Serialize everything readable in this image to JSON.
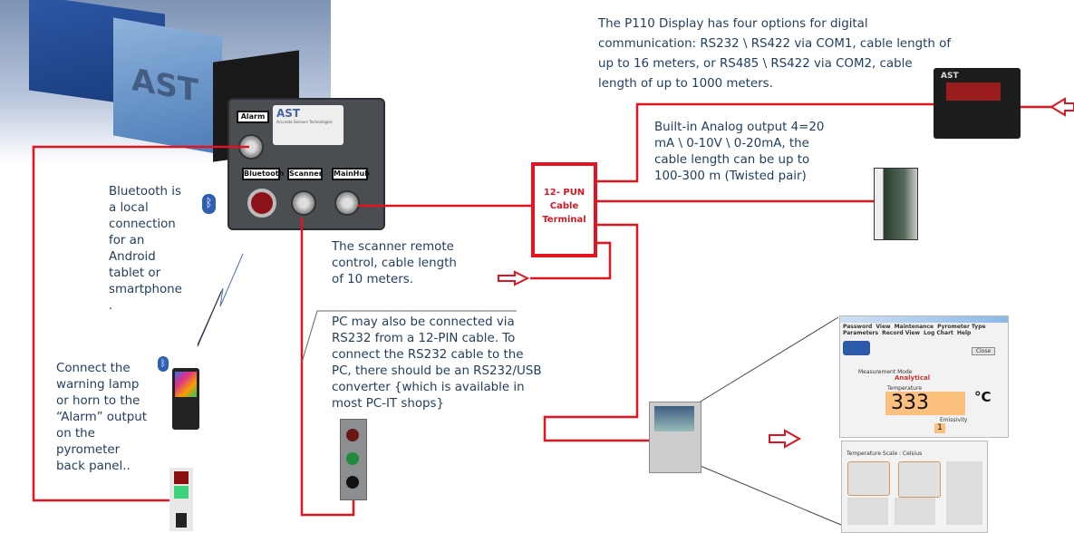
{
  "texts": {
    "p110": "The P110 Display has four options for digital\ncommunication: RS232 \\ RS422 via COM1, cable length of\nup to 16 meters, or RS485 \\ RS422 via COM2,  cable\nlength of up to 1000 meters.",
    "analog": "Built-in Analog output 4=20\nmA \\ 0-10V \\ 0-20mA, the\ncable length can be up to\n100-300 m (Twisted pair)",
    "bluetooth": "Bluetooth is\na local\nconnection\nfor an\nAndroid\ntablet or\nsmartphone\n.",
    "scanner": "The scanner remote\ncontrol, cable length\nof 10 meters.",
    "pc": "PC may also be connected via\nRS232 from a 12-PIN cable. To\nconnect the RS232 cable to the\nPC, there should be an RS232/USB\nconverter {which is available in\nmost PC-IT shops}",
    "alarm": "Connect the\nwarning lamp\nor horn to the\n“Alarm” output\non the\npyrometer\nback panel.."
  },
  "terminal": {
    "line1": "12- PUN",
    "line2": "Cable",
    "line3": "Terminal"
  },
  "pyrometer": {
    "brand": "AST",
    "brand_sub": "Accurate Sensors Technologies",
    "labels": {
      "alarm": "Alarm",
      "bluetooth": "Bluetooth",
      "scanner": "Scanner",
      "mainhub": "MainHub"
    }
  },
  "software": {
    "menu": [
      "Password",
      "View",
      "Maintenance",
      "Pyrometer Type",
      "Parameters",
      "Record View",
      "Log Chart",
      "Help"
    ],
    "mode_label": "Measurement Mode",
    "mode_value": "Analytical",
    "temp_label": "Temperature",
    "temperature": "333",
    "unit": "°C",
    "emissivity_label": "Emissivity",
    "emissivity": "1",
    "close": "Close",
    "scale_label": "Temperature Scale :",
    "scale_value": "Celsius"
  },
  "colors": {
    "wire": "#e3141f",
    "text": "#1f3d5e",
    "bluetooth": "#2f5fb3",
    "temp_bg": "#fbbf7e"
  }
}
